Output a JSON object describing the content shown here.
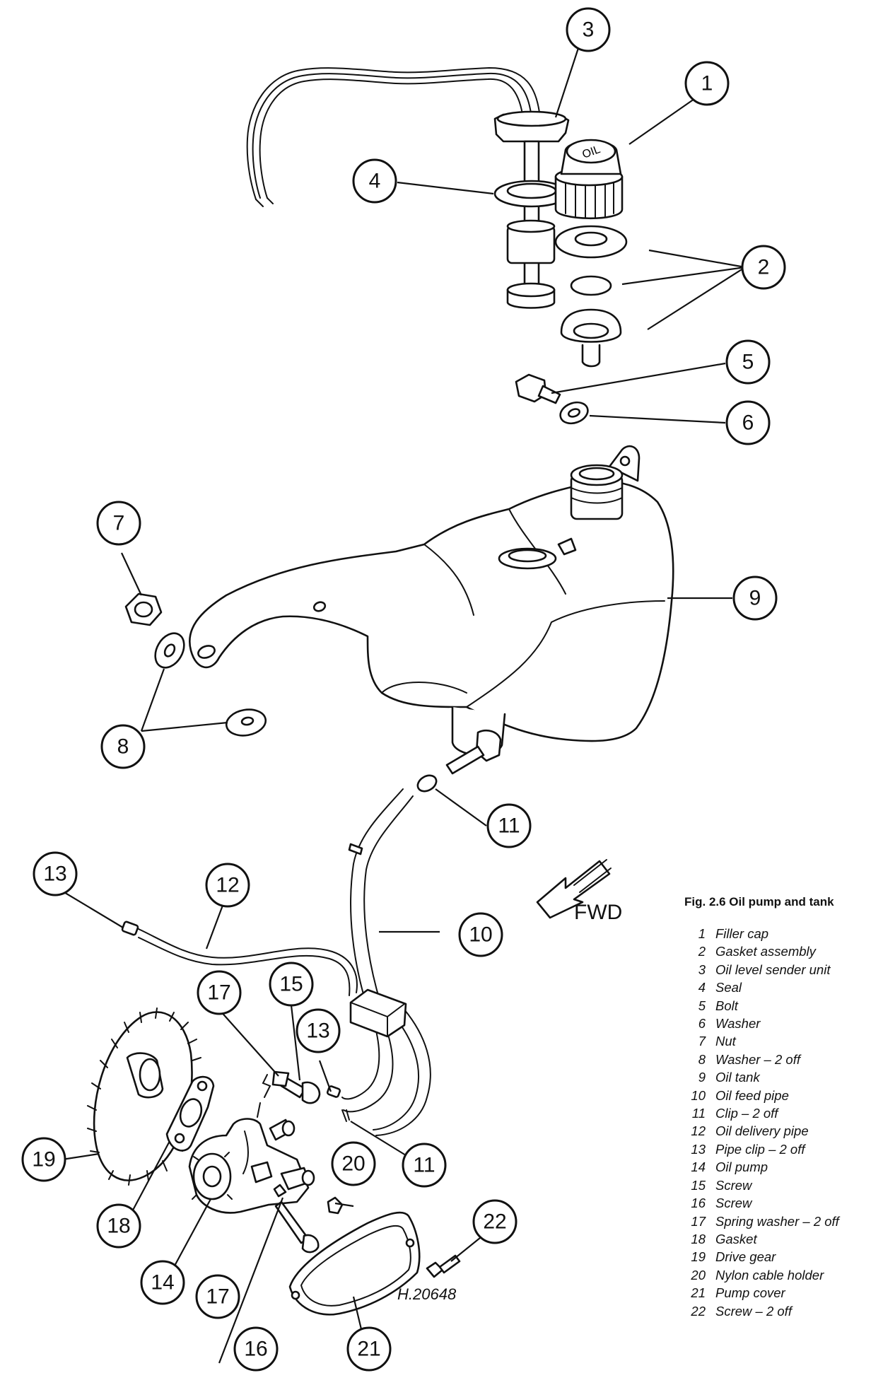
{
  "figure": {
    "title": "Fig. 2.6 Oil pump and tank",
    "reference": "H.20648",
    "direction_label": "FWD"
  },
  "callouts": [
    "1",
    "2",
    "3",
    "4",
    "5",
    "6",
    "7",
    "8",
    "9",
    "10",
    "11",
    "11",
    "12",
    "13",
    "13",
    "14",
    "15",
    "16",
    "17",
    "17",
    "18",
    "19",
    "20",
    "21",
    "22"
  ],
  "legend": [
    {
      "num": "1",
      "label": "Filler cap"
    },
    {
      "num": "2",
      "label": "Gasket assembly"
    },
    {
      "num": "3",
      "label": "Oil level sender unit"
    },
    {
      "num": "4",
      "label": "Seal"
    },
    {
      "num": "5",
      "label": "Bolt"
    },
    {
      "num": "6",
      "label": "Washer"
    },
    {
      "num": "7",
      "label": "Nut"
    },
    {
      "num": "8",
      "label": "Washer – 2 off"
    },
    {
      "num": "9",
      "label": "Oil tank"
    },
    {
      "num": "10",
      "label": "Oil feed pipe"
    },
    {
      "num": "11",
      "label": "Clip – 2 off"
    },
    {
      "num": "12",
      "label": "Oil delivery pipe"
    },
    {
      "num": "13",
      "label": "Pipe clip – 2 off"
    },
    {
      "num": "14",
      "label": "Oil pump"
    },
    {
      "num": "15",
      "label": "Screw"
    },
    {
      "num": "16",
      "label": "Screw"
    },
    {
      "num": "17",
      "label": "Spring washer – 2 off"
    },
    {
      "num": "18",
      "label": "Gasket"
    },
    {
      "num": "19",
      "label": "Drive gear"
    },
    {
      "num": "20",
      "label": "Nylon cable holder"
    },
    {
      "num": "21",
      "label": "Pump cover"
    },
    {
      "num": "22",
      "label": "Screw – 2 off"
    }
  ]
}
